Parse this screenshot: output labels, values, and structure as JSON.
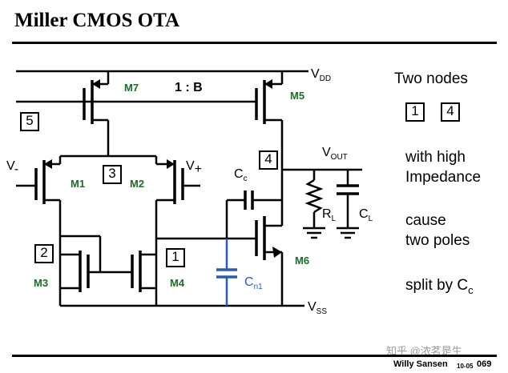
{
  "title": "Miller CMOS OTA",
  "circuit": {
    "vdd": "V",
    "vdd_sub": "DD",
    "vss": "V",
    "vss_sub": "SS",
    "vout": "V",
    "vout_sub": "OUT",
    "vminus": "V",
    "vminus_sub": "-",
    "vplus": "V",
    "vplus_sub": "+",
    "m7": "M7",
    "m5": "M5",
    "m1": "M1",
    "m2": "M2",
    "m3": "M3",
    "m4": "M4",
    "m6": "M6",
    "ratio": "1 : B",
    "cc": "C",
    "cc_sub": "c",
    "rl": "R",
    "rl_sub": "L",
    "cl": "C",
    "cl_sub": "L",
    "cn1": "C",
    "cn1_sub": "n1",
    "node1": "1",
    "node2": "2",
    "node3": "3",
    "node4": "4",
    "node5": "5"
  },
  "side": {
    "line1": "Two nodes",
    "node_a": "1",
    "node_b": "4",
    "line2": "with high",
    "line3": "Impedance",
    "line4": "cause",
    "line5": "two poles",
    "line6": "split by C",
    "line6_sub": "c"
  },
  "footer": {
    "author": "Willy Sansen",
    "date": "10-05",
    "page": "069"
  },
  "watermark": "知乎 @浓茗是生",
  "colors": {
    "device_label": "#1e6b2c",
    "parasitic": "#2a5db0",
    "line": "#000000"
  }
}
